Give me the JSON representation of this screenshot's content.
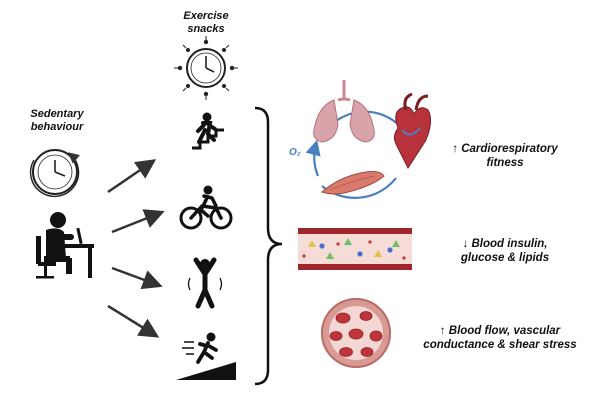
{
  "labels": {
    "sedentary_line1": "Sedentary",
    "sedentary_line2": "behaviour",
    "exercise_line1": "Exercise",
    "exercise_line2": "snacks",
    "o2": "O₂"
  },
  "outcomes": [
    {
      "line1": "↑ Cardiorespiratory",
      "line2": "fitness"
    },
    {
      "line1": "↓ Blood insulin,",
      "line2": "glucose & lipids"
    },
    {
      "line1": "↑ Blood flow, vascular",
      "line2": "conductance & shear stress"
    }
  ],
  "colors": {
    "ink": "#111111",
    "lung": "#d9a3aa",
    "heart": "#b8323c",
    "cycle_arrow": "#4a7fc1",
    "vessel_wall": "#a0262e",
    "plasma": "#f6dcd7",
    "rbc": "#c0353c"
  }
}
